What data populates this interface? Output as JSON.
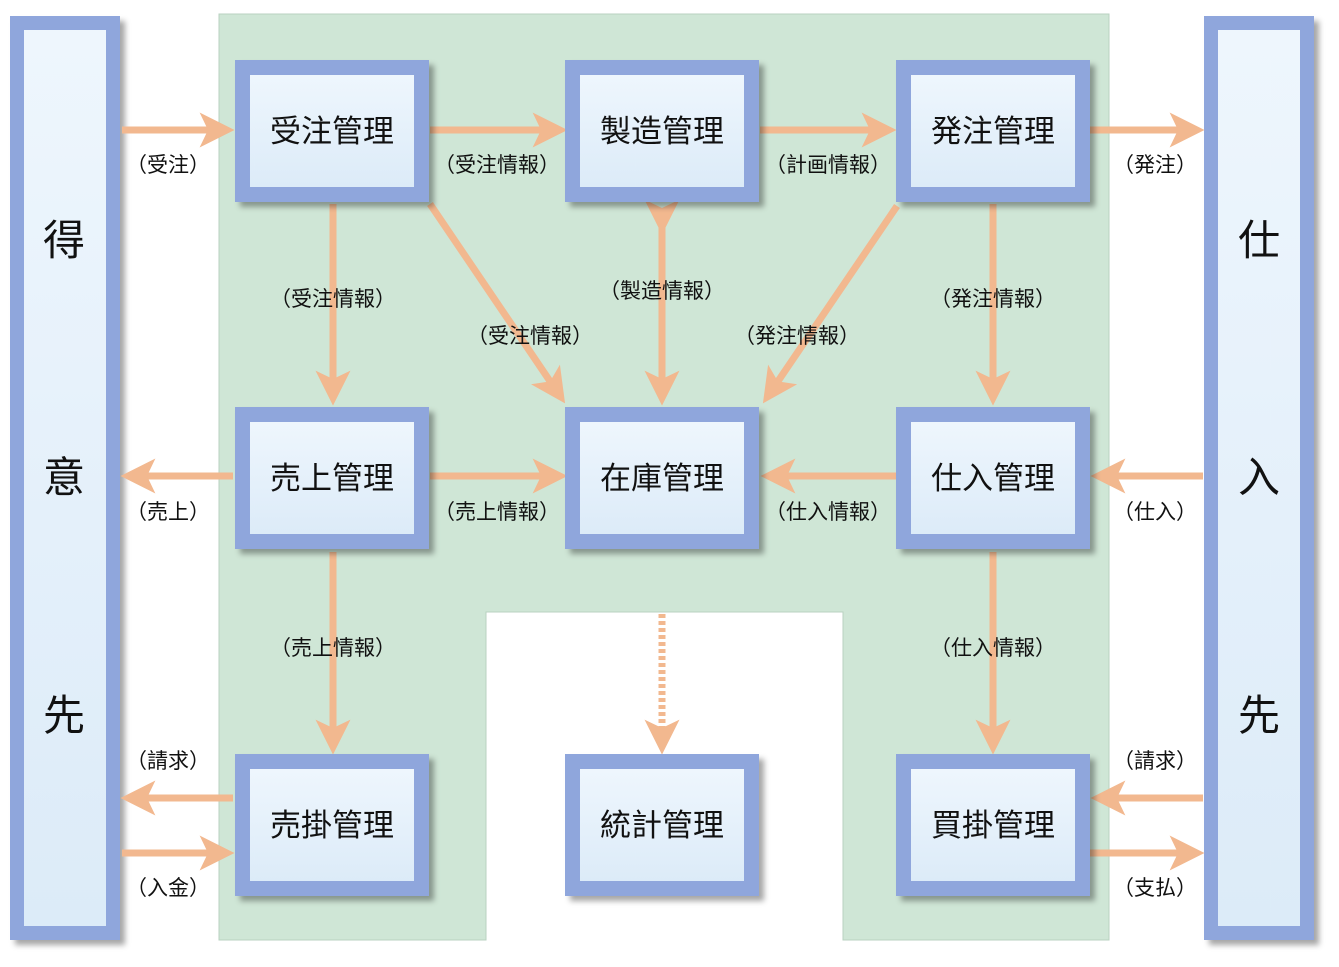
{
  "customer": {
    "chars": [
      "得",
      "意",
      "先"
    ]
  },
  "supplier": {
    "chars": [
      "仕",
      "入",
      "先"
    ]
  },
  "boxes": {
    "order_mgmt": "受注管理",
    "manufacturing_mgmt": "製造管理",
    "purchase_order_mgmt": "発注管理",
    "sales_mgmt": "売上管理",
    "inventory_mgmt": "在庫管理",
    "purchasing_mgmt": "仕入管理",
    "receivables_mgmt": "売掛管理",
    "statistics_mgmt": "統計管理",
    "payables_mgmt": "買掛管理"
  },
  "labels": {
    "order": "（受注）",
    "order_info_top": "（受注情報）",
    "plan_info": "（計画情報）",
    "purchase_order": "（発注）",
    "order_info_left": "（受注情報）",
    "order_info_diag": "（受注情報）",
    "manufacturing_info": "（製造情報）",
    "purchase_order_info_diag": "（発注情報）",
    "purchase_order_info_right": "（発注情報）",
    "sales": "（売上）",
    "sales_info_mid": "（売上情報）",
    "purchase_info_mid": "（仕入情報）",
    "purchase": "（仕入）",
    "sales_info_down": "（売上情報）",
    "purchase_info_down": "（仕入情報）",
    "billing_left": "（請求）",
    "deposit": "（入金）",
    "billing_right": "（請求）",
    "payment": "（支払）"
  }
}
